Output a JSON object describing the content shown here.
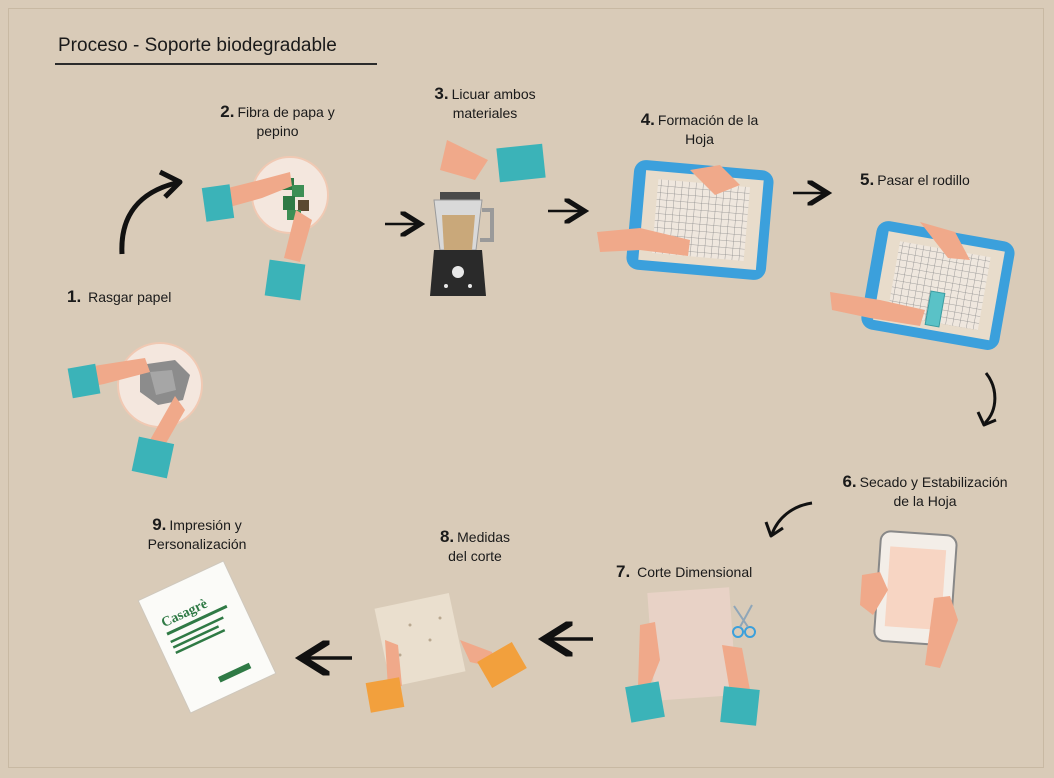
{
  "title": "Proceso - Soporte biodegradable",
  "steps": [
    {
      "num": "1.",
      "text": "Rasgar papel"
    },
    {
      "num": "2.",
      "text": "Fibra de papa y",
      "text2": "pepino"
    },
    {
      "num": "3.",
      "text": "Licuar ambos",
      "text2": "materiales"
    },
    {
      "num": "4.",
      "text": "Formación de la",
      "text2": "Hoja"
    },
    {
      "num": "5.",
      "text": "Pasar el rodillo"
    },
    {
      "num": "6.",
      "text": "Secado y Estabilización",
      "text2": "de la Hoja"
    },
    {
      "num": "7.",
      "text": "Corte Dimensional"
    },
    {
      "num": "8.",
      "text": "Medidas",
      "text2": "del corte"
    },
    {
      "num": "9.",
      "text": "Impresión y",
      "text2": "Personalización"
    }
  ],
  "printed_sheet_brand": "Casagrè",
  "colors": {
    "background": "#d9cbb8",
    "skin": "#f0a98a",
    "sleeve_teal": "#3bb3b8",
    "tray_blue": "#3ba0dc",
    "leaf_green": "#2f7a45",
    "sleeve_orange": "#f2a03d"
  },
  "icons": [
    "curved-arrow-icon",
    "right-arrow-icon",
    "left-arrow-icon",
    "down-curved-arrow-icon"
  ]
}
